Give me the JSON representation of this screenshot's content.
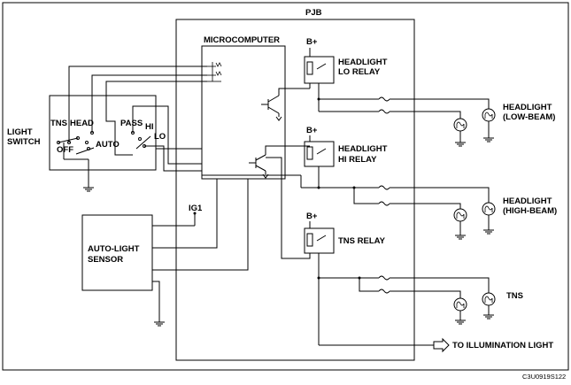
{
  "labels": {
    "pjb": "PJB",
    "microcomputer": "MICROCOMPUTER",
    "light_switch_1": "LIGHT",
    "light_switch_2": "SWITCH",
    "tns_sw": "TNS",
    "head_sw": "HEAD",
    "off_sw": "OFF",
    "auto_sw": "AUTO",
    "pass_sw": "PASS",
    "hi_sw": "HI",
    "lo_sw": "LO",
    "bplus": "B+",
    "lo_relay_1": "HEADLIGHT",
    "lo_relay_2": "LO RELAY",
    "hi_relay_1": "HEADLIGHT",
    "hi_relay_2": "HI RELAY",
    "tns_relay": "TNS RELAY",
    "ig1": "IG1",
    "sensor_1": "AUTO-LIGHT",
    "sensor_2": "SENSOR",
    "hl_low_1": "HEADLIGHT",
    "hl_low_2": "(LOW-BEAM)",
    "hl_high_1": "HEADLIGHT",
    "hl_high_2": "(HIGH-BEAM)",
    "tns_lamp": "TNS",
    "illumination": "TO ILLUMINATION LIGHT",
    "figure_code": "C3U0919S122"
  }
}
